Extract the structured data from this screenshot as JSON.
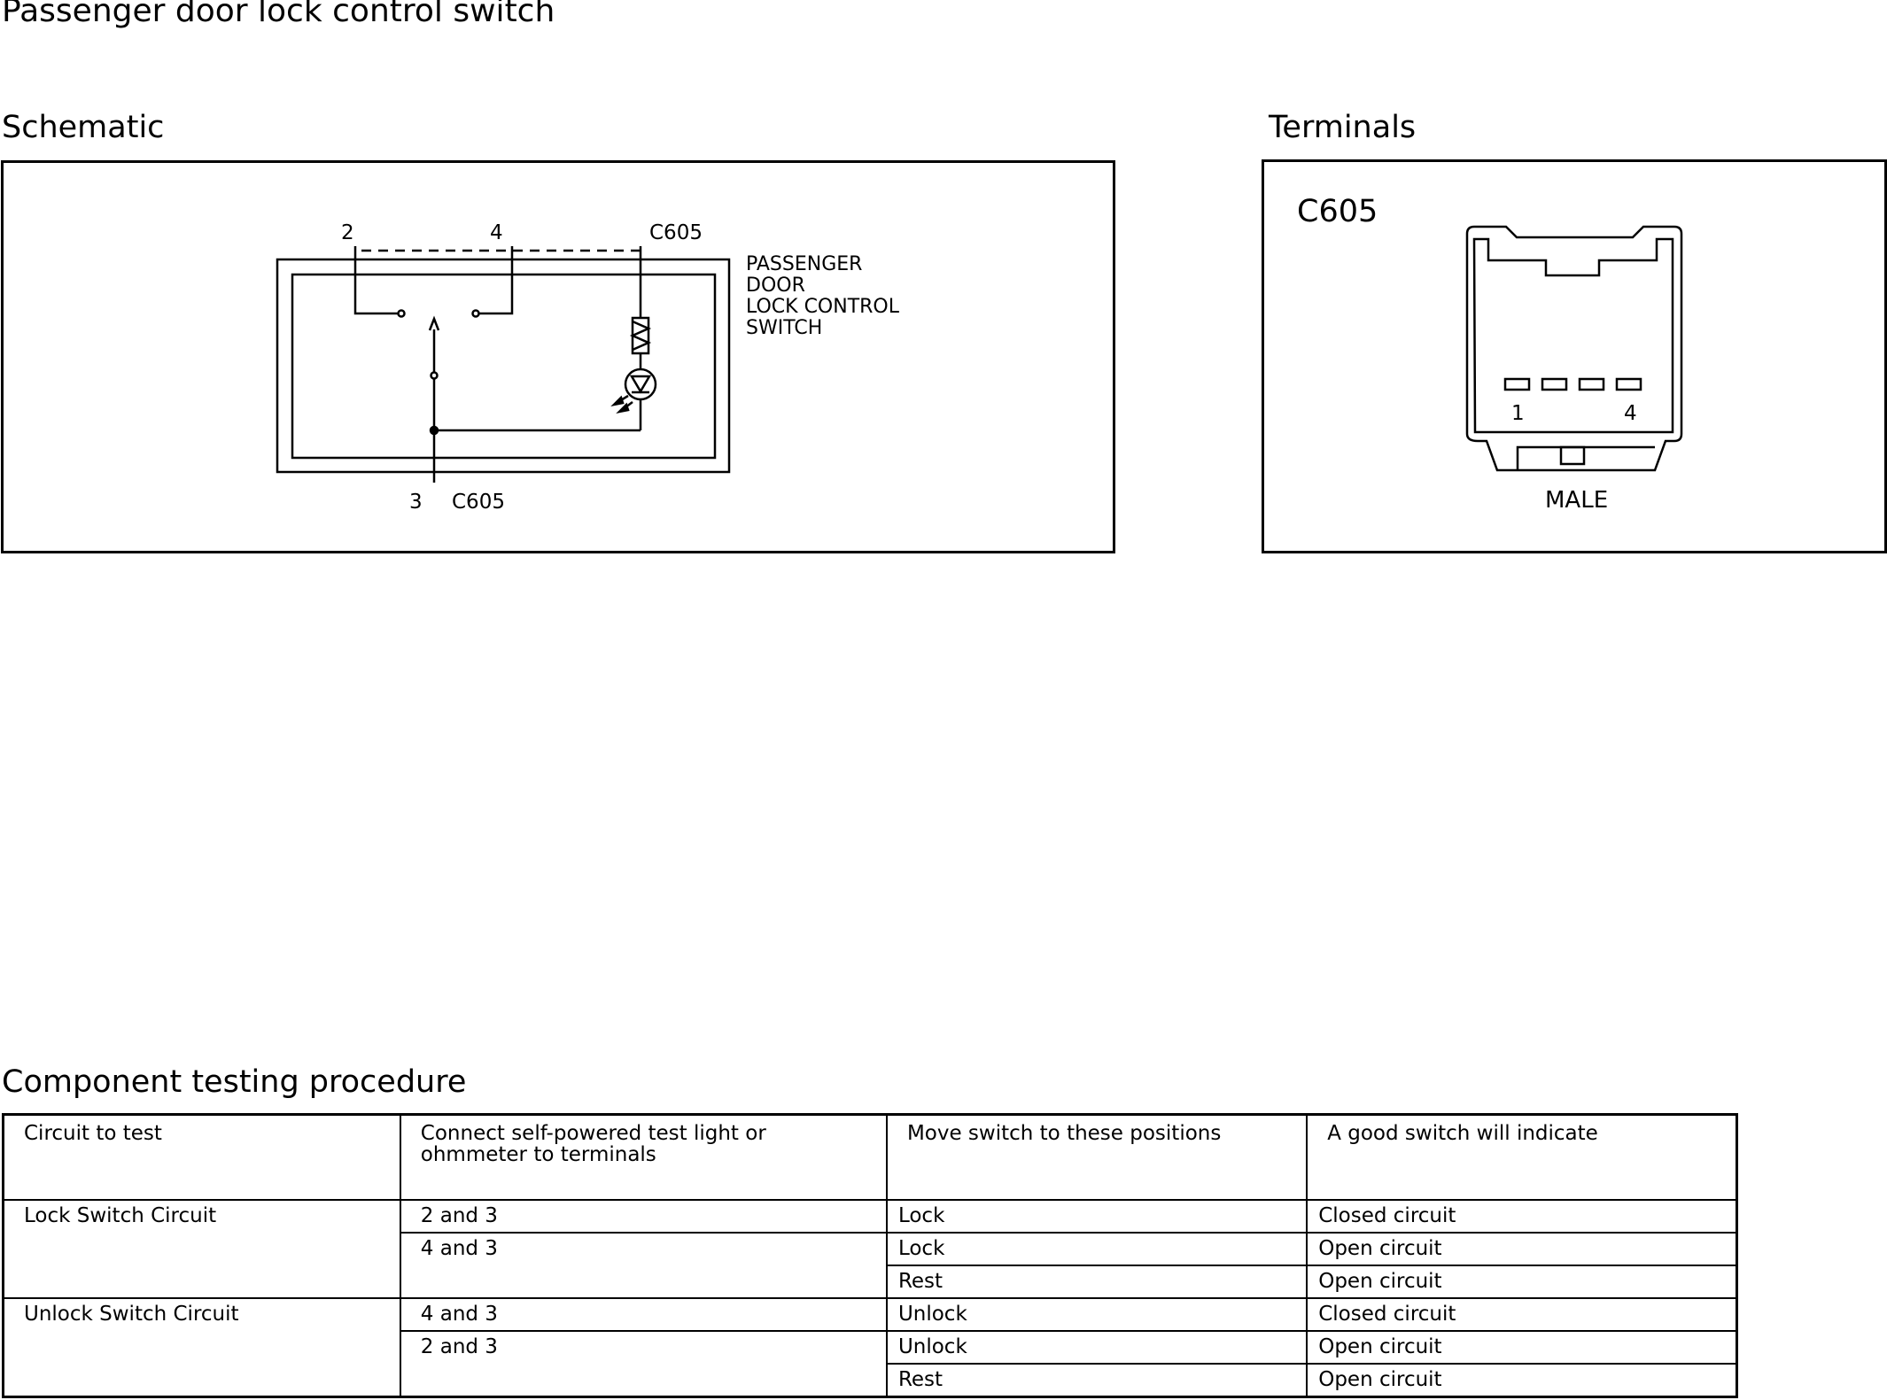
{
  "title": "Passenger door lock control switch",
  "schematic": {
    "heading": "Schematic",
    "pin_top_2": "2",
    "pin_top_4": "4",
    "connector_top": "C605",
    "pin_bottom": "3",
    "connector_bottom": "C605",
    "component_label": [
      "PASSENGER",
      "DOOR",
      "LOCK CONTROL",
      "SWITCH"
    ]
  },
  "terminals": {
    "heading": "Terminals",
    "connector": "C605",
    "pin_first": "1",
    "pin_last": "4",
    "gender": "MALE"
  },
  "procedure": {
    "heading": "Component testing procedure",
    "columns": [
      "Circuit to test",
      "Connect self-powered test light or ohmmeter to terminals",
      "Move switch to these positions",
      "A good switch will indicate"
    ],
    "rows": [
      {
        "circuit": "Lock Switch Circuit",
        "terminals": "2 and 3",
        "position": "Lock",
        "result": "Closed circuit"
      },
      {
        "circuit": "",
        "terminals": "4 and 3",
        "position": "Lock",
        "result": "Open circuit"
      },
      {
        "circuit": "",
        "terminals": "",
        "position": "Rest",
        "result": "Open circuit"
      },
      {
        "circuit": "Unlock Switch Circuit",
        "terminals": "4 and 3",
        "position": "Unlock",
        "result": "Closed circuit"
      },
      {
        "circuit": "",
        "terminals": "2 and 3",
        "position": "Unlock",
        "result": "Open circuit"
      },
      {
        "circuit": "",
        "terminals": "",
        "position": "Rest",
        "result": "Open circuit"
      }
    ]
  }
}
